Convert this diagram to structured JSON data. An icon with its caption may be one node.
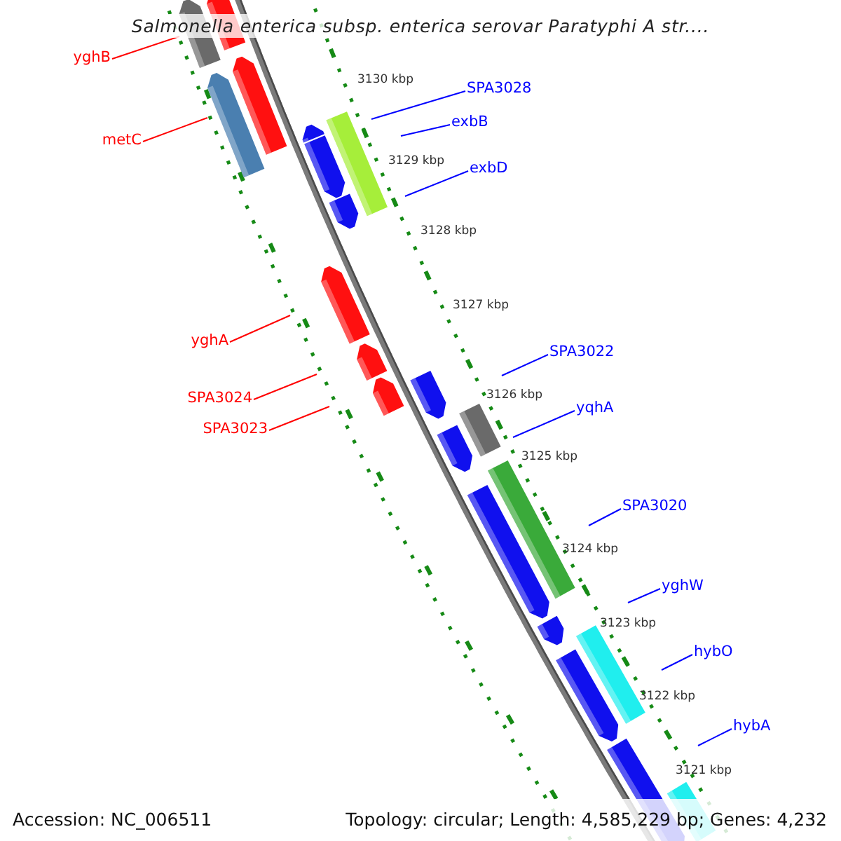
{
  "diagram": {
    "title": "Salmonella enterica subsp. enterica serovar Paratyphi A str....",
    "nodes": [
      {
        "text": [
          "yghB"
        ]
      },
      {
        "text": [
          "SPA3028"
        ]
      },
      {
        "text": [
          "exbB"
        ]
      },
      {
        "text": [
          "metC"
        ]
      },
      {
        "text": [
          "exbD"
        ]
      },
      {
        "text": [
          "yghA"
        ]
      },
      {
        "text": [
          "SPA3022"
        ]
      },
      {
        "text": [
          "SPA3024"
        ]
      },
      {
        "text": [
          "yqhA"
        ]
      },
      {
        "text": [
          "SPA3023"
        ]
      },
      {
        "text": [
          "SPA3020"
        ]
      },
      {
        "text": [
          "yghW"
        ]
      },
      {
        "text": [
          "hybO"
        ]
      },
      {
        "text": [
          "hybA"
        ]
      }
    ],
    "edges": [
      {
        "from": 0,
        "to": null,
        "arrow": "none",
        "color": "#ff0000"
      },
      {
        "from": 1,
        "to": null,
        "arrow": "none",
        "color": "#0000ff"
      },
      {
        "from": 2,
        "to": null,
        "arrow": "none",
        "color": "#0000ff"
      },
      {
        "from": 3,
        "to": null,
        "arrow": "none",
        "color": "#ff0000"
      },
      {
        "from": 4,
        "to": null,
        "arrow": "none",
        "color": "#0000ff"
      },
      {
        "from": 5,
        "to": null,
        "arrow": "none",
        "color": "#ff0000"
      },
      {
        "from": 6,
        "to": null,
        "arrow": "none",
        "color": "#0000ff"
      },
      {
        "from": 7,
        "to": null,
        "arrow": "none",
        "color": "#ff0000"
      },
      {
        "from": 8,
        "to": null,
        "arrow": "none",
        "color": "#0000ff"
      },
      {
        "from": 9,
        "to": null,
        "arrow": "none",
        "color": "#ff0000"
      },
      {
        "from": 10,
        "to": null,
        "arrow": "none",
        "color": "#0000ff"
      },
      {
        "from": 11,
        "to": null,
        "arrow": "none",
        "color": "#0000ff"
      },
      {
        "from": 12,
        "to": null,
        "arrow": "none",
        "color": "#0000ff"
      },
      {
        "from": 13,
        "to": null,
        "arrow": "none",
        "color": "#0000ff"
      }
    ],
    "labels": [
      "3130 kbp",
      "3129 kbp",
      "3128 kbp",
      "3127 kbp",
      "3126 kbp",
      "3125 kbp",
      "3124 kbp",
      "3123 kbp",
      "3122 kbp",
      "3121 kbp",
      "Accession: NC_006511",
      "Topology: circular; Length: 4,585,229 bp; Genes: 4,232"
    ]
  }
}
